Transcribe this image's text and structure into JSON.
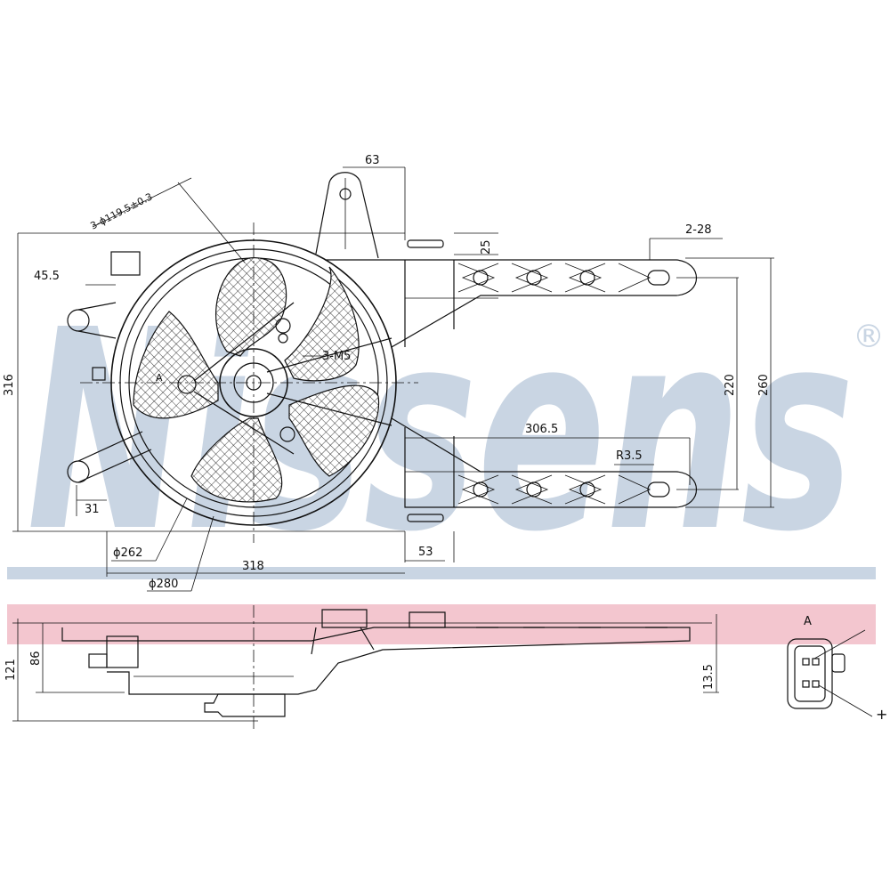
{
  "watermark": {
    "brand": "Nissens",
    "registered": "®",
    "color": "#c9d5e3"
  },
  "band_colors": {
    "blue": "#c9d5e3",
    "pink": "#f3c6cf"
  },
  "dimensions": {
    "d63": "63",
    "d25": "25",
    "d2_28": "2-28",
    "d3_holes": "3-ϕ119.5±0.3",
    "d45_5": "45.5",
    "d3_m5": "3-M5",
    "dA_front": "A",
    "d316": "316",
    "d220": "220",
    "d260": "260",
    "d306_5": "306.5",
    "dR3_5": "R3.5",
    "d31": "31",
    "d262": "ϕ262",
    "d53": "53",
    "d318": "318",
    "d280": "ϕ280",
    "d121": "121",
    "d86": "86",
    "d13_5": "13.5"
  },
  "connector": {
    "label": "A",
    "plus": "+"
  }
}
